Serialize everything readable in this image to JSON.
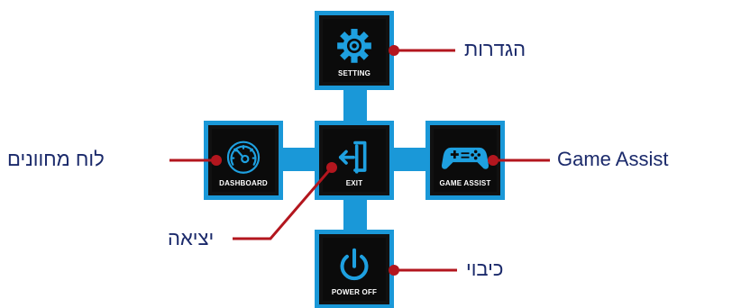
{
  "colors": {
    "frame_blue": "#1a98d8",
    "tile_bg": "#0b0b0b",
    "icon_blue": "#1ea0e0",
    "pointer_red": "#b3161e",
    "label_navy": "#1b2a6b"
  },
  "tiles": {
    "setting": {
      "caption": "SETTING",
      "icon": "gear-icon"
    },
    "dashboard": {
      "caption": "DASHBOARD",
      "icon": "speedometer-icon"
    },
    "exit": {
      "caption": "EXIT",
      "icon": "exit-door-icon"
    },
    "game_assist": {
      "caption": "GAME ASSIST",
      "icon": "gamepad-icon"
    },
    "power_off": {
      "caption": "POWER OFF",
      "icon": "power-icon"
    }
  },
  "callouts": {
    "setting": "הגדרות",
    "dashboard": "לוח מחוונים",
    "exit": "יציאה",
    "game_assist": "Game Assist",
    "power_off": "כיבוי"
  }
}
